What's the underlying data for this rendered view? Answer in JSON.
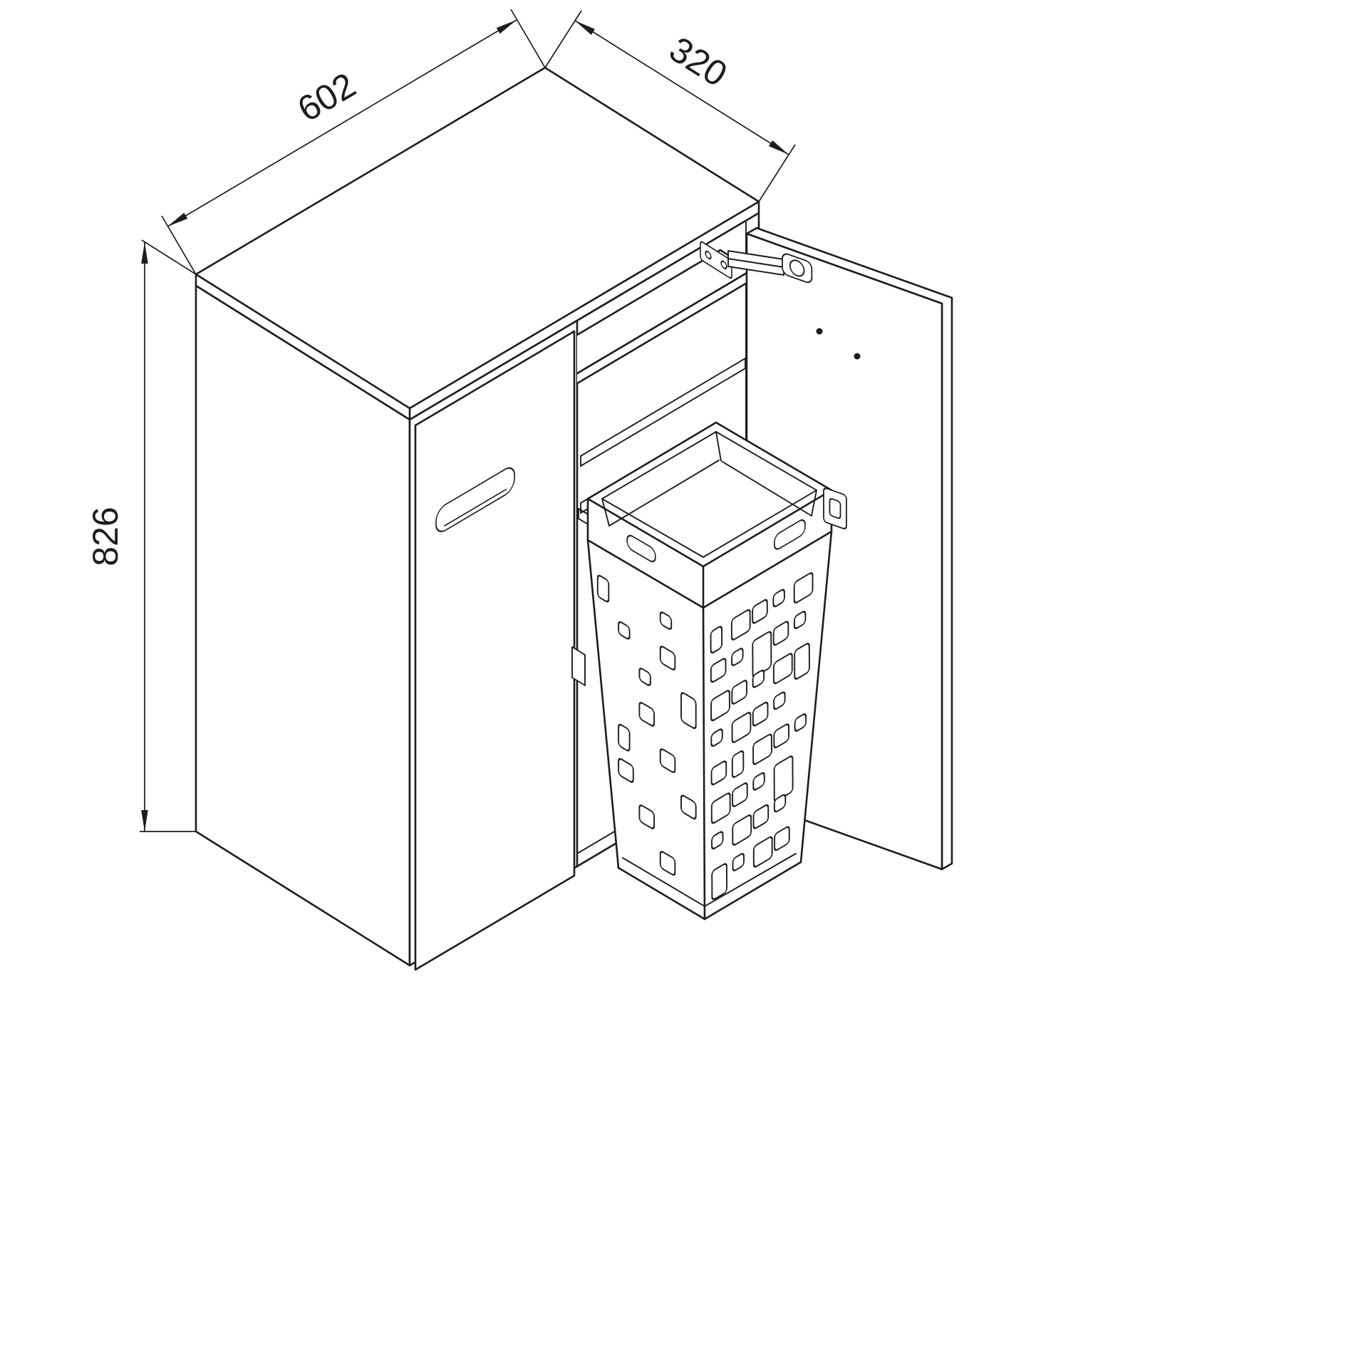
{
  "page": {
    "background": "#ffffff",
    "line_color": "#1d1d1d"
  },
  "drawing": {
    "dimensions": {
      "width_mm": "602",
      "depth_mm": "320",
      "height_mm": "826"
    }
  }
}
